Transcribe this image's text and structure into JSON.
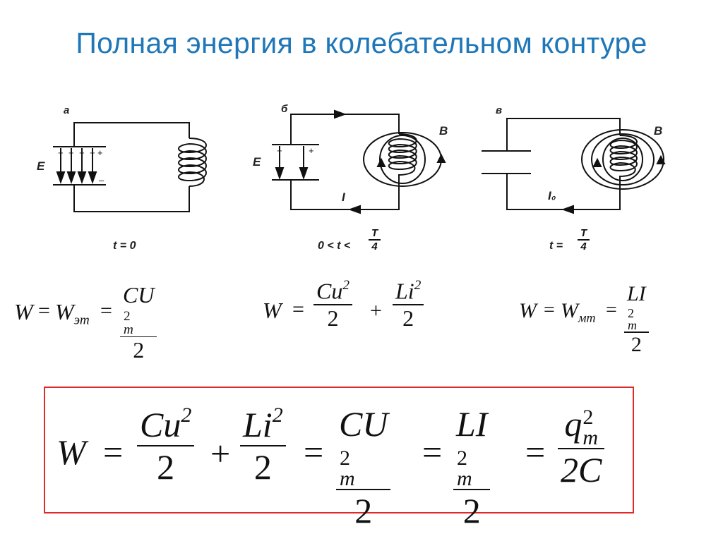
{
  "title": "Полная энергия в колебательном контуре",
  "panels": [
    {
      "letter": "а",
      "time": "t = 0",
      "field_label": "E",
      "current_label": "",
      "b_label": ""
    },
    {
      "letter": "б",
      "time_left": "0 < t <",
      "time_num": "T",
      "time_den": "4",
      "field_label": "E",
      "current_label": "I",
      "b_label": "B"
    },
    {
      "letter": "в",
      "time_left": "t =",
      "time_num": "T",
      "time_den": "4",
      "field_label": "",
      "current_label": "I₀",
      "b_label": "B"
    }
  ],
  "formulas": {
    "f1": {
      "lhs": "W",
      "eq1": "=",
      "w": "W",
      "w_sub": "эт",
      "eq2": "=",
      "num": "CU",
      "num_sup": "2",
      "num_sub": "m",
      "den": "2"
    },
    "f2": {
      "lhs": "W",
      "eq1": "=",
      "num1": "Cu",
      "num1_sup": "2",
      "plus": "+",
      "num2": "Li",
      "num2_sup": "2",
      "den1": "2",
      "den2": "2"
    },
    "f3": {
      "lhs": "W",
      "eq1": "=",
      "w": "W",
      "w_sub": "мт",
      "eq2": "=",
      "num": "LI",
      "num_sup": "2",
      "num_sub": "m",
      "den": "2"
    }
  },
  "main_formula": {
    "lhs": "W",
    "eq": "=",
    "plus": "+",
    "t1_num": "Cu",
    "t1_sup": "2",
    "t1_den": "2",
    "t2_num": "Li",
    "t2_sup": "2",
    "t2_den": "2",
    "t3_num": "CU",
    "t3_sup": "2",
    "t3_sub": "m",
    "t3_den": "2",
    "t4_num": "LI",
    "t4_sup": "2",
    "t4_sub": "m",
    "t4_den": "2",
    "t5_num": "q",
    "t5_sub": "m",
    "t5_sup": "2",
    "t5_den": "2C"
  },
  "colors": {
    "title": "#1f77b8",
    "box_border": "#e02a2a",
    "ink": "#111111"
  }
}
